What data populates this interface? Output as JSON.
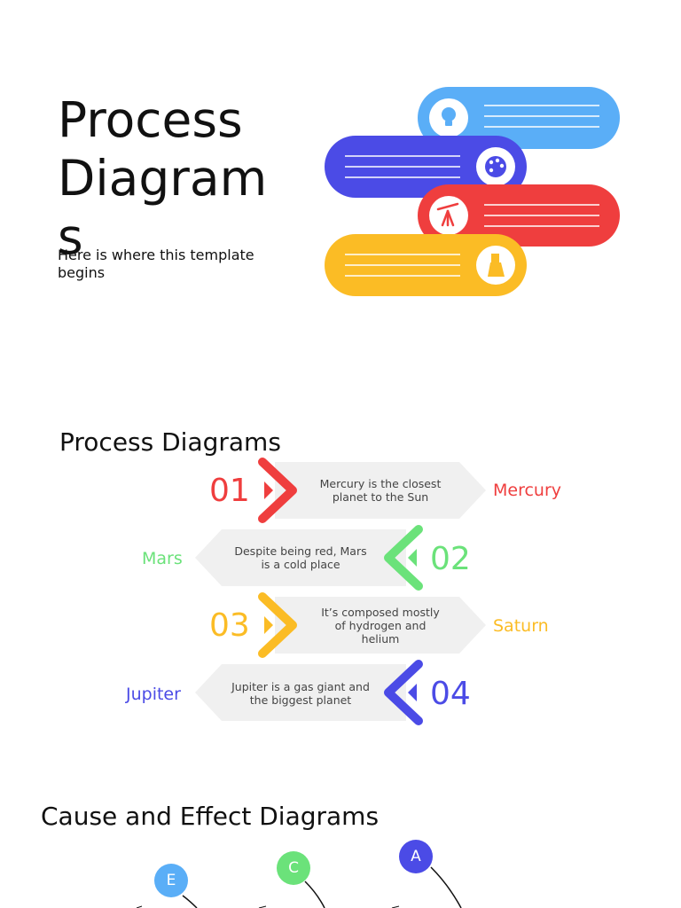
{
  "slide1": {
    "title": "Process Diagrams",
    "subtitle": "Here is where this template begins",
    "icons": [
      "lightbulb-icon",
      "palette-icon",
      "telescope-icon",
      "flask-icon"
    ]
  },
  "slide2": {
    "title": "Process Diagrams",
    "steps": [
      {
        "num": "01",
        "name": "Mercury",
        "text": "Mercury is the closest planet to the Sun",
        "color": "#ef3e3e"
      },
      {
        "num": "02",
        "name": "Mars",
        "text": "Despite being red, Mars is a cold place",
        "color": "#6be27a"
      },
      {
        "num": "03",
        "name": "Saturn",
        "text": "It’s composed mostly of hydrogen and helium",
        "color": "#fbbc25"
      },
      {
        "num": "04",
        "name": "Jupiter",
        "text": "Jupiter is a gas giant and the biggest planet",
        "color": "#4b4be6"
      }
    ]
  },
  "slide3": {
    "title": "Cause and Effect Diagrams",
    "markers": [
      {
        "label": "E",
        "color": "#5aaef7"
      },
      {
        "label": "C",
        "color": "#6be27a"
      },
      {
        "label": "A",
        "color": "#4b4be6"
      }
    ]
  }
}
